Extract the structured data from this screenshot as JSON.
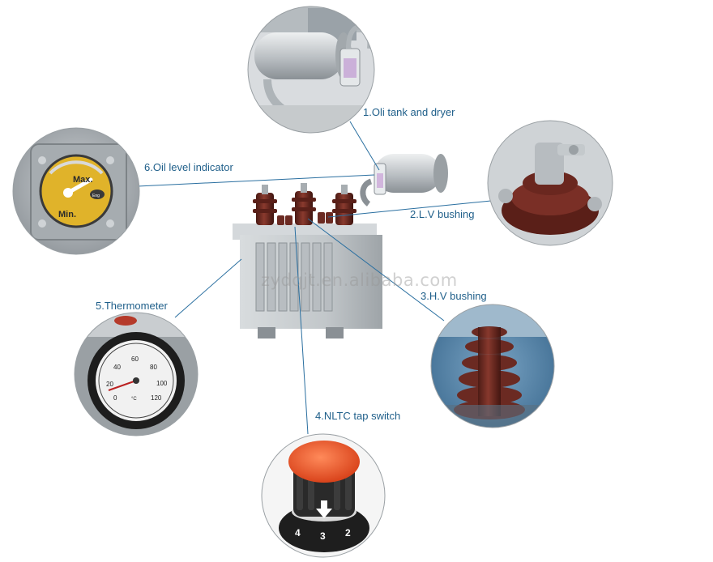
{
  "diagram": {
    "components": [
      {
        "id": "tank",
        "label": "1.Oli tank and dryer"
      },
      {
        "id": "lv",
        "label": "2.L.V bushing"
      },
      {
        "id": "hv",
        "label": "3.H.V bushing"
      },
      {
        "id": "tap",
        "label": "4.NLTC tap switch"
      },
      {
        "id": "thermo",
        "label": "5.Thermometer"
      },
      {
        "id": "oil",
        "label": "6.Oil level indicator"
      }
    ],
    "watermark": "zydqjt.en.alibaba.com",
    "oil_gauge": {
      "max_label": "Max.",
      "min_label": "Min.",
      "indicator_label": "Eng"
    },
    "thermometer_dial": {
      "ticks": [
        "0",
        "20",
        "40",
        "60",
        "80",
        "100",
        "120"
      ],
      "unit": "°C"
    },
    "tap_switch_dial": {
      "positions": [
        "4",
        "3",
        "2"
      ]
    }
  },
  "colors": {
    "leader_line": "#2a6fa0",
    "label_text": "#1f5f8a",
    "transformer_body": "#c9cdd0",
    "bushing": "#6b2a22",
    "knob_cap": "#e8562c",
    "gauge_face": "#f0c23a"
  }
}
